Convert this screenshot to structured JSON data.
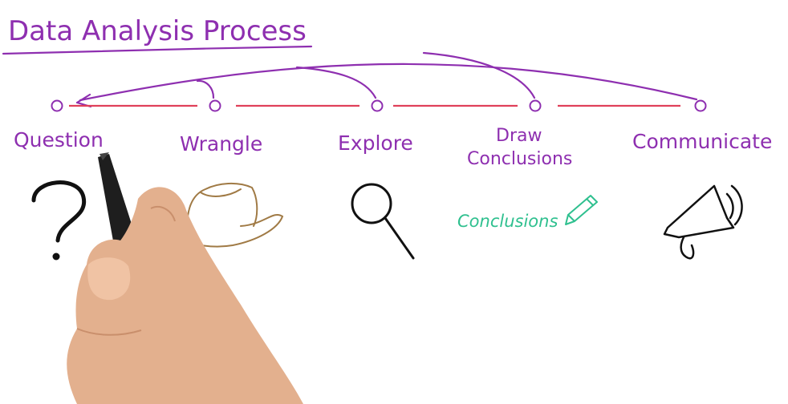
{
  "title": "Data Analysis Process",
  "steps": [
    {
      "label": "Question",
      "icon": "question-mark-icon"
    },
    {
      "label": "Wrangle",
      "icon": "cowboy-hat-icon"
    },
    {
      "label": "Explore",
      "icon": "magnifying-glass-icon"
    },
    {
      "label_line1": "Draw",
      "label_line2": "Conclusions",
      "icon": "pencil-icon"
    },
    {
      "label": "Communicate",
      "icon": "megaphone-icon"
    }
  ],
  "conclusions_note": "Conclusions",
  "colors": {
    "ink_purple": "#8e2fb0",
    "timeline_red": "#e0405a",
    "note_green": "#2fc08f",
    "hat_brown": "#a07a45",
    "skin": "#e3b08e",
    "pen": "#1e1e1e"
  }
}
